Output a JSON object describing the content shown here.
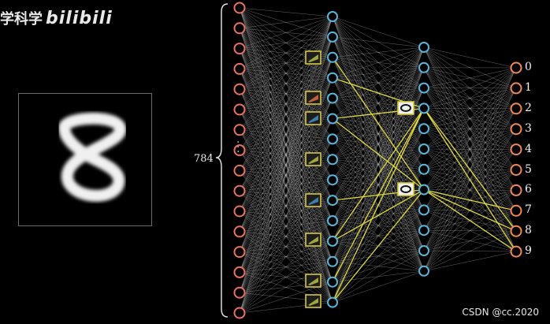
{
  "header": {
    "brand_text": "学科学",
    "brand_logo": "bilibili"
  },
  "input_digit": "8",
  "input_layer_count": "784",
  "output_labels": [
    "0",
    "1",
    "2",
    "3",
    "4",
    "5",
    "6",
    "7",
    "8",
    "9"
  ],
  "watermark": "CSDN @cc.2020",
  "colors": {
    "input_node": "#e9735e",
    "hidden_node": "#58b6da",
    "output_node": "#f08a52",
    "connection": "#cfcfcf",
    "highlight": "#e4de3a",
    "feature_box": "#d8c83a"
  },
  "icons": [
    "edge-feature-icon",
    "loop-feature-icon",
    "brace-icon",
    "ellipsis-icon"
  ]
}
